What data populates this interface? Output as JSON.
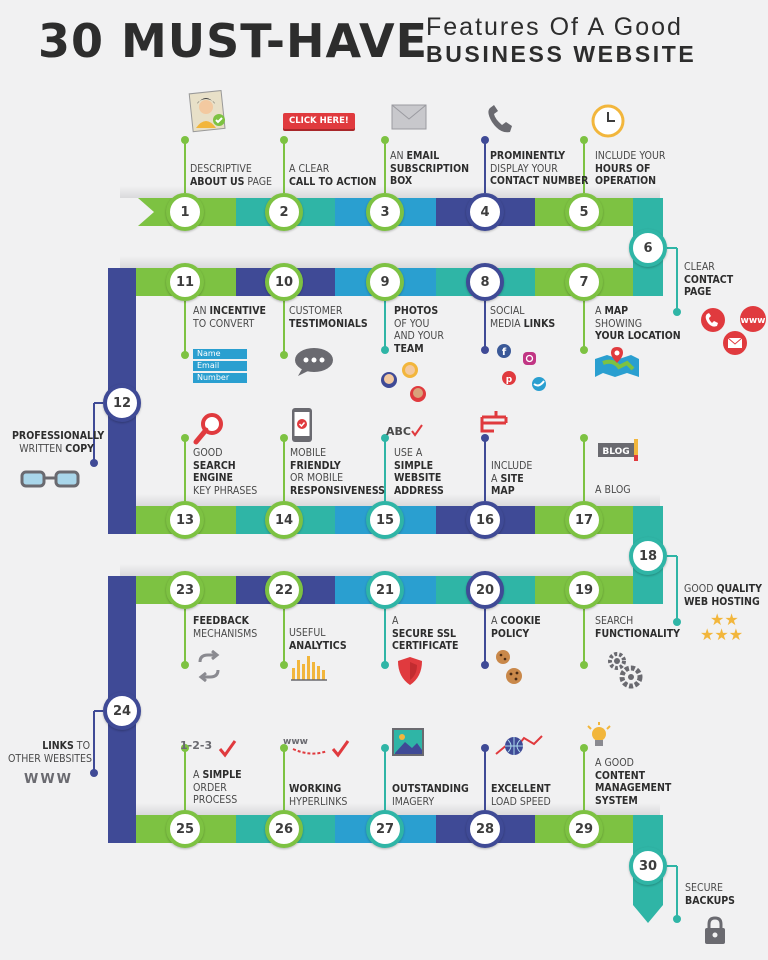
{
  "title": {
    "number": "30 MUST-HAVE",
    "line1": "Features Of A Good",
    "line2": "BUSINESS WEBSITE"
  },
  "colors": {
    "green": "#7dc242",
    "teal": "#2fb5a6",
    "navy": "#3f4a96",
    "blue": "#2a9fd0",
    "red": "#e03a3e"
  },
  "features": [
    {
      "n": "1",
      "parts": [
        {
          "t": "DESCRIPTIVE",
          "b": false
        },
        {
          "t": "ABOUT US",
          "b": true
        },
        {
          "t": " PAGE",
          "b": false
        }
      ],
      "lines": [
        [
          "DESCRIPTIVE"
        ],
        [
          "ABOUT US*",
          " PAGE"
        ]
      ]
    },
    {
      "n": "2",
      "lines": [
        [
          "A CLEAR"
        ],
        [
          "CALL TO ACTION*"
        ]
      ]
    },
    {
      "n": "3",
      "lines": [
        [
          "AN ",
          "EMAIL*"
        ],
        [
          "SUBSCRIPTION*"
        ],
        [
          "BOX*"
        ]
      ]
    },
    {
      "n": "4",
      "lines": [
        [
          "PROMINENTLY*"
        ],
        [
          "DISPLAY YOUR"
        ],
        [
          "CONTACT NUMBER*"
        ]
      ]
    },
    {
      "n": "5",
      "lines": [
        [
          "INCLUDE YOUR"
        ],
        [
          "HOURS OF*"
        ],
        [
          "OPERATION*"
        ]
      ]
    },
    {
      "n": "6",
      "lines": [
        [
          "CLEAR"
        ],
        [
          "CONTACT*"
        ],
        [
          "PAGE*"
        ]
      ]
    },
    {
      "n": "7",
      "lines": [
        [
          "A ",
          "MAP*"
        ],
        [
          "SHOWING"
        ],
        [
          "YOUR LOCATION*"
        ]
      ]
    },
    {
      "n": "8",
      "lines": [
        [
          "SOCIAL"
        ],
        [
          "MEDIA ",
          "LINKS*"
        ]
      ]
    },
    {
      "n": "9",
      "lines": [
        [
          "PHOTOS*"
        ],
        [
          "OF YOU"
        ],
        [
          "AND YOUR"
        ],
        [
          "TEAM*"
        ]
      ]
    },
    {
      "n": "10",
      "lines": [
        [
          "CUSTOMER"
        ],
        [
          "TESTIMONIALS*"
        ]
      ]
    },
    {
      "n": "11",
      "lines": [
        [
          "AN ",
          "INCENTIVE*"
        ],
        [
          "TO CONVERT"
        ]
      ]
    },
    {
      "n": "12",
      "lines": [
        [
          "PROFESSIONALLY*"
        ],
        [
          "WRITTEN ",
          "COPY*"
        ]
      ]
    },
    {
      "n": "13",
      "lines": [
        [
          "GOOD"
        ],
        [
          "SEARCH*"
        ],
        [
          "ENGINE*"
        ],
        [
          "KEY PHRASES"
        ]
      ]
    },
    {
      "n": "14",
      "lines": [
        [
          "MOBILE"
        ],
        [
          "FRIENDLY*"
        ],
        [
          "OR MOBILE"
        ],
        [
          "RESPONSIVENESS*"
        ]
      ]
    },
    {
      "n": "15",
      "lines": [
        [
          "USE A"
        ],
        [
          "SIMPLE*"
        ],
        [
          "WEBSITE*"
        ],
        [
          "ADDRESS*"
        ]
      ]
    },
    {
      "n": "16",
      "lines": [
        [
          "INCLUDE"
        ],
        [
          "A ",
          "SITE*"
        ],
        [
          "MAP*"
        ]
      ]
    },
    {
      "n": "17",
      "lines": [
        [
          "A BLOG"
        ]
      ]
    },
    {
      "n": "18",
      "lines": [
        [
          "GOOD ",
          "QUALITY*"
        ],
        [
          "WEB HOSTING*"
        ]
      ]
    },
    {
      "n": "19",
      "lines": [
        [
          "SEARCH"
        ],
        [
          "FUNCTIONALITY*"
        ]
      ]
    },
    {
      "n": "20",
      "lines": [
        [
          "A ",
          "COOKIE*"
        ],
        [
          "POLICY*"
        ]
      ]
    },
    {
      "n": "21",
      "lines": [
        [
          "A"
        ],
        [
          "SECURE SSL*"
        ],
        [
          "CERTIFICATE*"
        ]
      ]
    },
    {
      "n": "22",
      "lines": [
        [
          "USEFUL"
        ],
        [
          "ANALYTICS*"
        ]
      ]
    },
    {
      "n": "23",
      "lines": [
        [
          "FEEDBACK*"
        ],
        [
          "MECHANISMS"
        ]
      ]
    },
    {
      "n": "24",
      "lines": [
        [
          "LINKS*",
          " TO"
        ],
        [
          "OTHER WEBSITES"
        ]
      ]
    },
    {
      "n": "25",
      "lines": [
        [
          "A ",
          "SIMPLE*"
        ],
        [
          "ORDER"
        ],
        [
          "PROCESS"
        ]
      ]
    },
    {
      "n": "26",
      "lines": [
        [
          "WORKING*"
        ],
        [
          "HYPERLINKS"
        ]
      ]
    },
    {
      "n": "27",
      "lines": [
        [
          "OUTSTANDING*"
        ],
        [
          "IMAGERY"
        ]
      ]
    },
    {
      "n": "28",
      "lines": [
        [
          "EXCELLENT*"
        ],
        [
          "LOAD SPEED"
        ]
      ]
    },
    {
      "n": "29",
      "lines": [
        [
          "A GOOD"
        ],
        [
          "CONTENT*"
        ],
        [
          "MANAGEMENT*"
        ],
        [
          "SYSTEM*"
        ]
      ]
    },
    {
      "n": "30",
      "lines": [
        [
          "SECURE"
        ],
        [
          "BACKUPS*"
        ]
      ]
    }
  ],
  "icon_text": {
    "click_here": "CLICK HERE!",
    "form_name": "Name",
    "form_email": "Email",
    "form_number": "Number",
    "www_24": "WWW",
    "www_26": "www",
    "steps_25": "1-2-3",
    "abc_15": "ABC",
    "blog_17": "BLOG",
    "www_6": "www"
  },
  "icons": [
    "profile-card-icon",
    "click-here-button-icon",
    "envelope-icon",
    "phone-icon",
    "clock-icon",
    "contact-icons",
    "map-icon",
    "social-media-icons",
    "team-avatars-icon",
    "speech-bubble-icon",
    "signup-form-icon",
    "glasses-icon",
    "magnifier-icon",
    "smartphone-icon",
    "abc-check-icon",
    "sitemap-icon",
    "blog-sign-icon",
    "stars-icon",
    "gears-icon",
    "cookies-icon",
    "shield-icon",
    "bar-chart-icon",
    "refresh-arrows-icon",
    "www-icon",
    "steps-check-icon",
    "link-arrow-icon",
    "picture-icon",
    "speed-globe-icon",
    "lightbulb-icon",
    "padlock-icon"
  ]
}
